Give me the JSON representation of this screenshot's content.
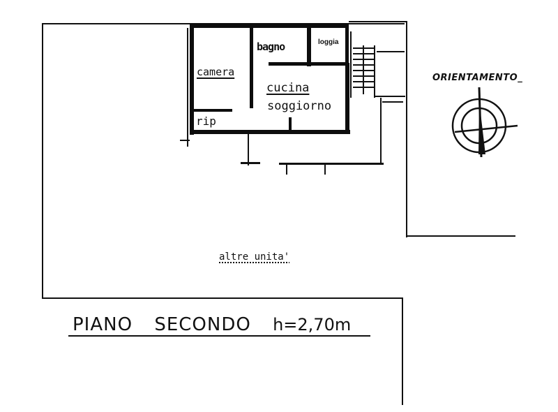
{
  "plan": {
    "title": "PIANO SECONDO h=2,70m",
    "floor_label": "PIANO",
    "floor_name": "SECONDO",
    "ceiling_height": "h=2,70m",
    "other_units_label": "altre unita'",
    "orientation_label": "ORIENTAMENTO_"
  },
  "rooms": [
    {
      "name": "camera"
    },
    {
      "name": "bagno"
    },
    {
      "name": "loggia"
    },
    {
      "name": "cucina"
    },
    {
      "name": "soggiorno"
    },
    {
      "name": "rip"
    }
  ],
  "icons": {
    "compass": "north-arrow-compass",
    "stairs": "staircase"
  },
  "colors": {
    "ink": "#111111",
    "paper": "#ffffff"
  }
}
